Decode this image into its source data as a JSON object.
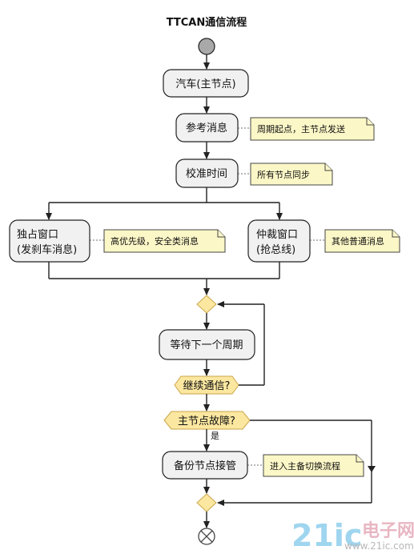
{
  "title": "TTCAN通信流程",
  "nodes": {
    "car": "汽车(主节点)",
    "ref_msg": "参考消息",
    "calibrate": "校准时间",
    "exclusive_line1": "独占窗口",
    "exclusive_line2": "(发刹车消息)",
    "arbitration_line1": "仲裁窗口",
    "arbitration_line2": "(抢总线)",
    "wait": "等待下一个周期",
    "continue": "继续通信?",
    "fault": "主节点故障?",
    "backup": "备份节点接管"
  },
  "notes": {
    "ref_msg": "周期起点，主节点发送",
    "calibrate": "所有节点同步",
    "exclusive": "高优先级，安全类消息",
    "arbitration": "其他普通消息",
    "backup": "进入主备切换流程"
  },
  "edges": {
    "fault_yes": "是"
  },
  "watermark": {
    "big": "21ic",
    "brand": "电子网",
    "url": "www.21ic.com"
  },
  "colors": {
    "box_fill": "#f1f1f1",
    "note_fill": "#fcf7c7",
    "decision_fill": "#fbe7a0",
    "start_fill": "#a9a9a9"
  }
}
